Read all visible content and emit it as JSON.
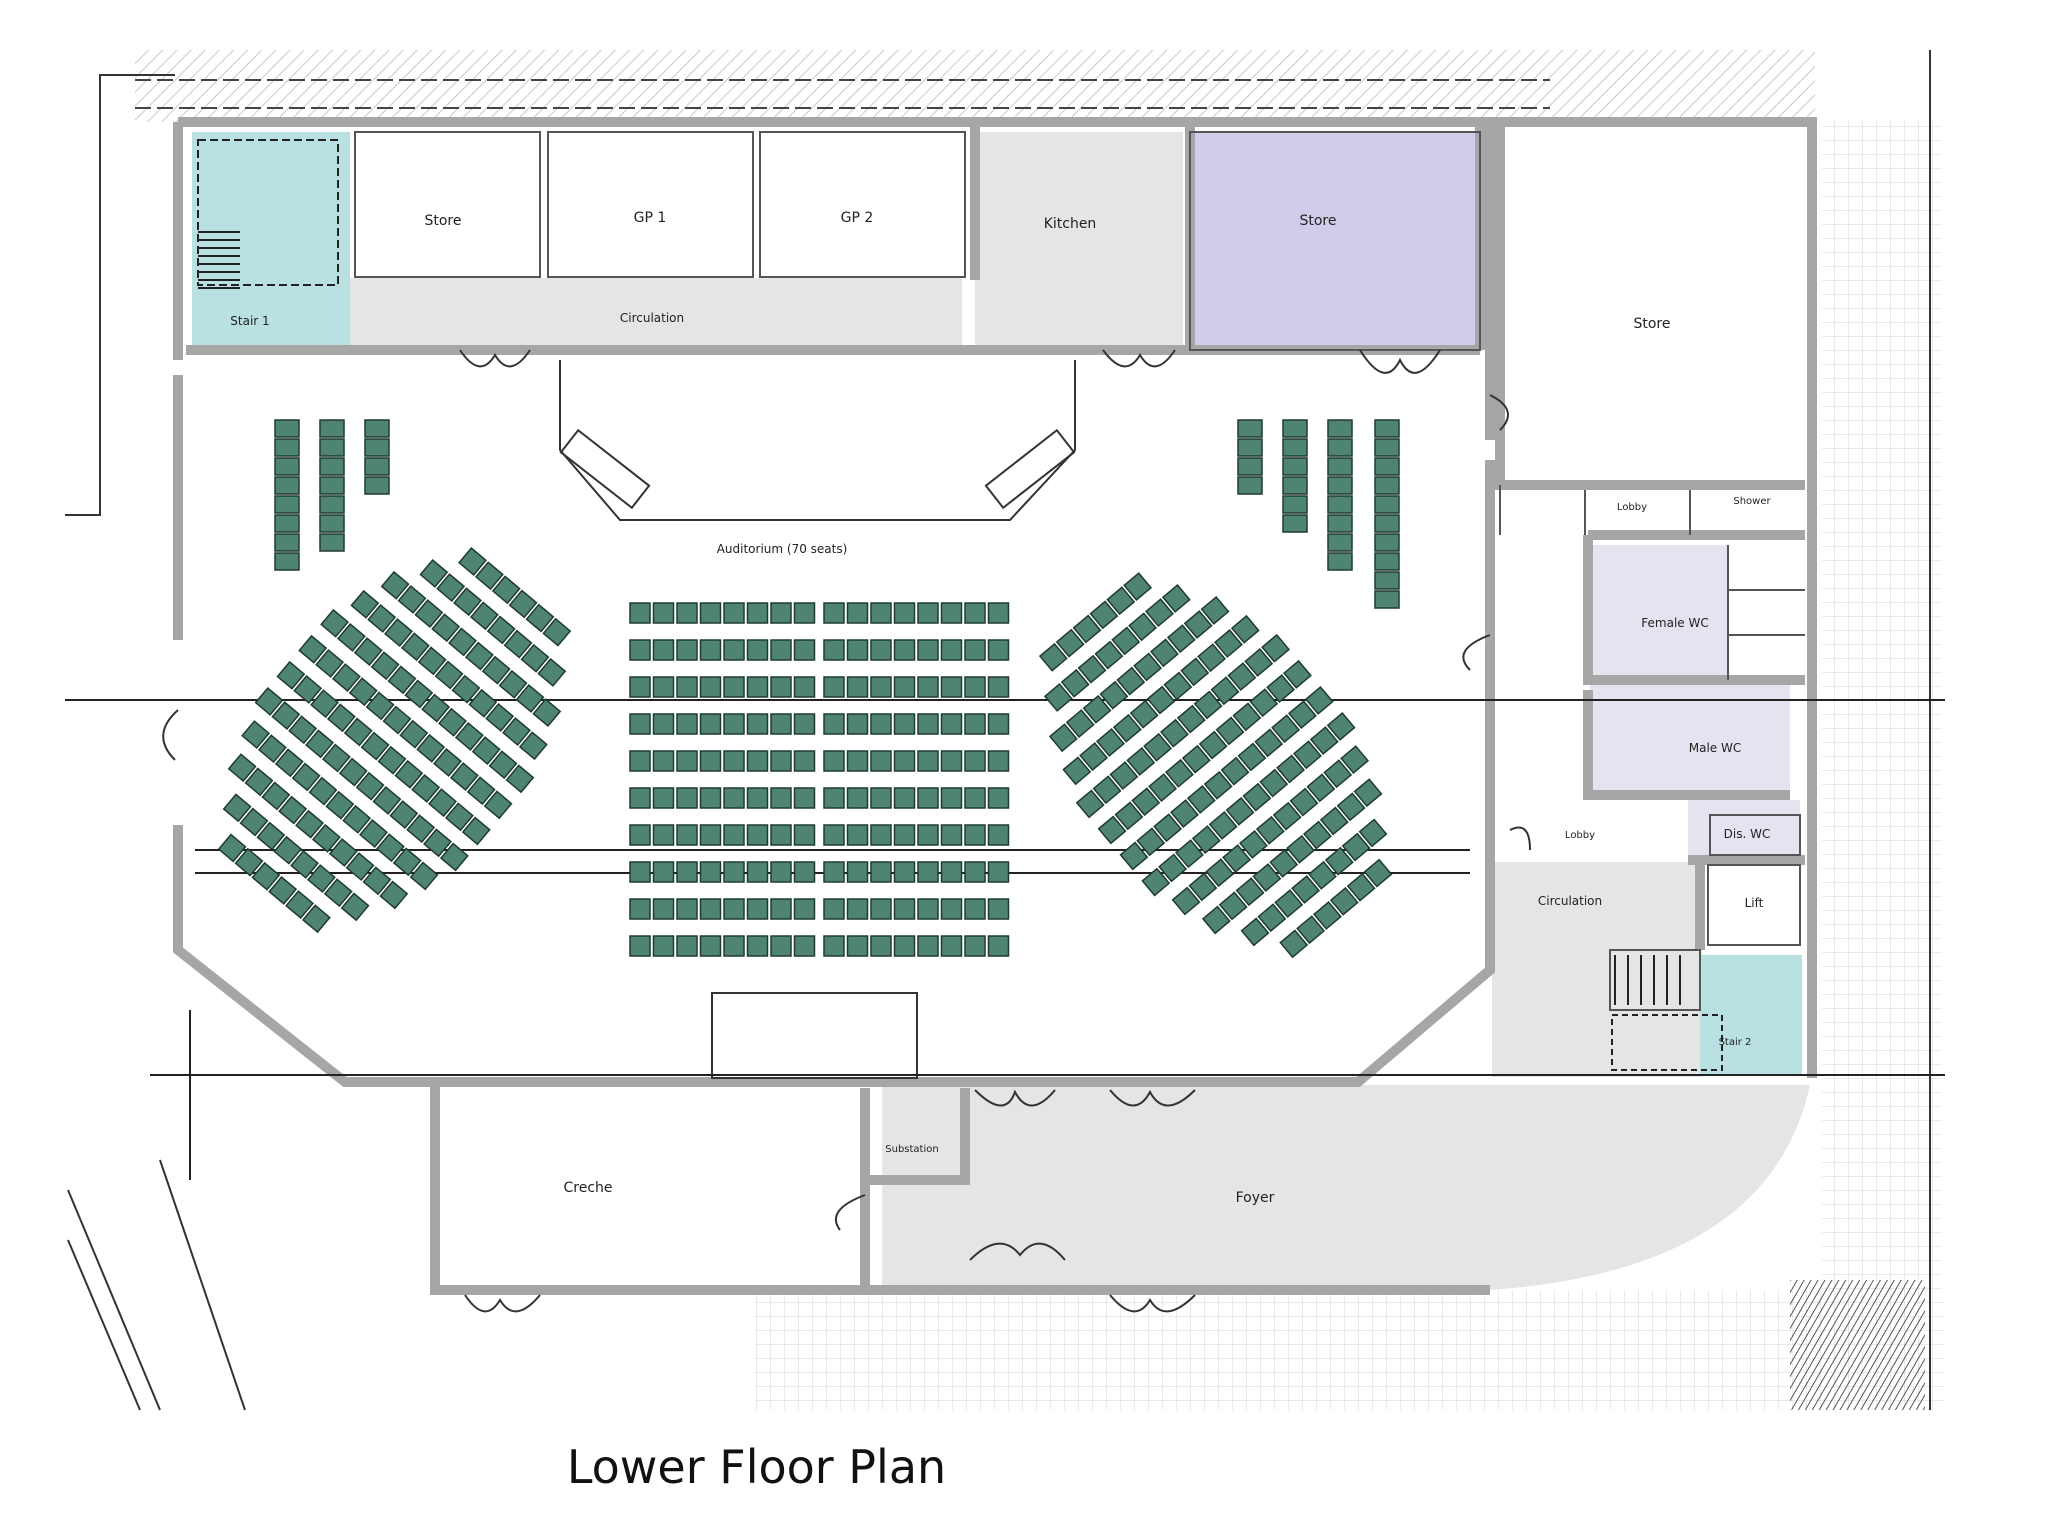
{
  "colors": {
    "wall": "#a6a6a6",
    "seat": "#4e8470",
    "seat_stroke": "#1f3b30",
    "stair_fill": "#b9e1e1",
    "store_purple": "#cfcdea",
    "service_grey": "#e4e6e3",
    "wc_purple": "#e5e3ef",
    "hatch": "#c9c9c9",
    "grid": "#d4d4d4"
  },
  "caption": "Lower Floor Plan",
  "rooms": {
    "stair1": "Stair 1",
    "store1": "Store",
    "gp1": "GP 1",
    "gp2": "GP 2",
    "kitchen": "Kitchen",
    "store_purple": "Store",
    "store_right": "Store",
    "circulation_top": "Circulation",
    "auditorium": "Auditorium (70 seats)",
    "lobby_top": "Lobby",
    "shower": "Shower",
    "female_wc": "Female WC",
    "male_wc": "Male WC",
    "dis_wc": "Dis. WC",
    "lobby_mid": "Lobby",
    "lift": "Lift",
    "circulation_right": "Circulation",
    "stair2": "Stair 2",
    "creche": "Creche",
    "substation": "Substation",
    "foyer": "Foyer"
  }
}
